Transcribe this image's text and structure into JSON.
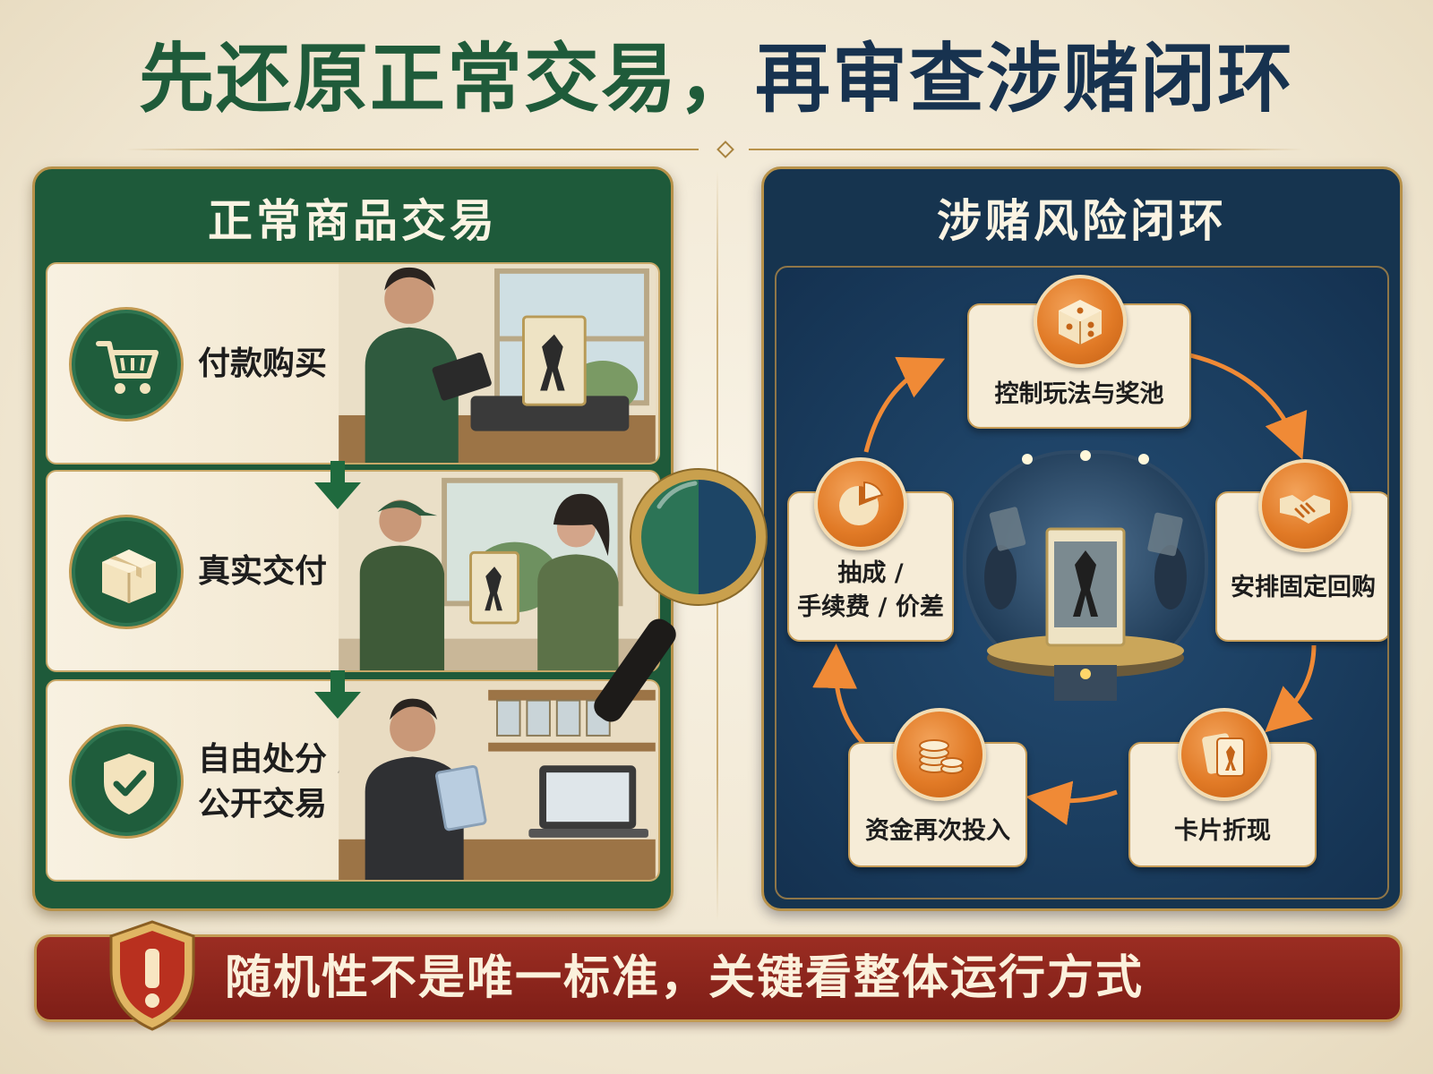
{
  "title": {
    "left": "先还原正常交易，",
    "right": "再审查涉赌闭环"
  },
  "left_panel": {
    "title": "正常商品交易",
    "steps": [
      {
        "label": "付款购买",
        "icon": "shopping-cart-icon"
      },
      {
        "label": "真实交付",
        "icon": "package-box-icon"
      },
      {
        "label_line1": "自由处分 /",
        "label_line2": "公开交易",
        "icon": "shield-check-icon"
      }
    ]
  },
  "right_panel": {
    "title": "涉赌风险闭环",
    "nodes": [
      {
        "label": "控制玩法与奖池",
        "icon": "dice-icon"
      },
      {
        "label": "安排固定回购",
        "icon": "handshake-icon"
      },
      {
        "label": "卡片折现",
        "icon": "card-exchange-icon"
      },
      {
        "label": "资金再次投入",
        "icon": "coin-stack-icon"
      },
      {
        "label_line1": "抽成 /",
        "label_line2": "手续费 / 价差",
        "icon": "pie-chart-icon"
      }
    ]
  },
  "banner": {
    "text": "随机性不是唯一标准，关键看整体运行方式",
    "icon": "warning-shield-icon"
  },
  "colors": {
    "green": "#1e5a3a",
    "navy": "#16344f",
    "gold": "#b8924a",
    "orange": "#e17a26",
    "red": "#8a241b",
    "cream": "#f6ecd7"
  }
}
